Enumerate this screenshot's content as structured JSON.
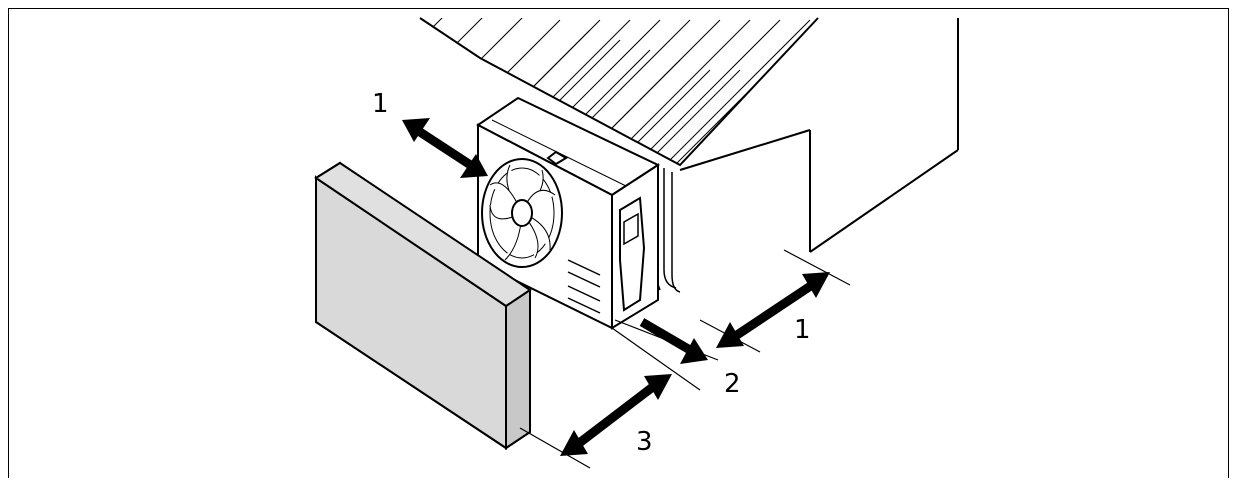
{
  "figure": {
    "labels": [
      {
        "id": "label-1-left",
        "text": "1"
      },
      {
        "id": "label-1-right",
        "text": "1"
      },
      {
        "id": "label-2",
        "text": "2"
      },
      {
        "id": "label-3",
        "text": "3"
      }
    ]
  },
  "colors": {
    "line": "#000000",
    "obstacle_fill": "#d9d9d9",
    "obstacle_side": "#c8c8c8",
    "unit_fill": "#ffffff",
    "background": "#ffffff"
  }
}
